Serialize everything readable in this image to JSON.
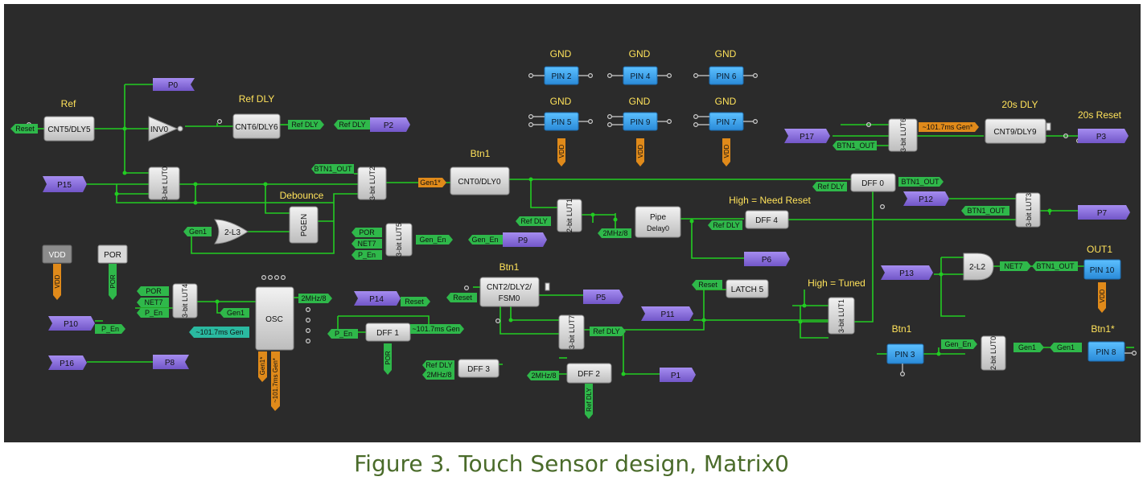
{
  "caption": "Figure 3. Touch Sensor design, Matrix0",
  "colors": {
    "background": "#2b2b2b",
    "wire": "#22cc22",
    "block": "#d9d9d9",
    "pin_purple": "#8a6fd6",
    "pin_blue": "#3aa0e8",
    "net_green": "#2fb84a",
    "net_orange": "#e08a1a",
    "net_teal": "#2ab9a0",
    "power_gray": "#8c8c8c",
    "title_yellow": "#ffe25a"
  },
  "titles": {
    "ref": "Ref",
    "ref_dly": "Ref DLY",
    "debounce": "Debounce",
    "btn1_top": "Btn1",
    "btn1_mid": "Btn1",
    "high_need_reset": "High = Need Reset",
    "high_tuned": "High = Tuned",
    "s20_dly": "20s DLY",
    "s20_reset": "20s Reset",
    "out1": "OUT1",
    "btn1_pin3": "Btn1",
    "btn1_star": "Btn1*",
    "gnd_1": "GND",
    "gnd_2": "GND",
    "gnd_3": "GND",
    "gnd_4": "GND",
    "gnd_5": "GND",
    "gnd_6": "GND"
  },
  "blocks": {
    "cnt5": "CNT5/DLY5",
    "inv0": "INV0",
    "cnt6": "CNT6/DLY6",
    "lut0": "3-bit LUT0",
    "lut2": "3-bit LUT2",
    "cnt0": "CNT0/DLY0",
    "dff0": "DFF 0",
    "pgen": "PGEN",
    "l3": "2-L3",
    "lut5": "3-bit LUT5",
    "lut1a": "2-bit LUT1",
    "pipe": "Pipe",
    "pipe_sub": "Delay0",
    "dff4": "DFF 4",
    "lut3": "3-bit LUT3",
    "lut6": "3-bit LUT6",
    "cnt9": "CNT9/DLY9",
    "l2": "2-L2",
    "lut4": "3-bit LUT4",
    "osc": "OSC",
    "cnt2_line1": "CNT2/DLY2/",
    "cnt2_line2": "FSM0",
    "dff1": "DFF 1",
    "lut7": "3-bit LUT7",
    "latch5": "LATCH 5",
    "lut1b": "3-bit LUT1",
    "dff3": "DFF 3",
    "dff2": "DFF 2",
    "lut0b": "2-bit LUT0",
    "pin2": "PIN 2",
    "pin4": "PIN 4",
    "pin6": "PIN 6",
    "pin5": "PIN 5",
    "pin9": "PIN 9",
    "pin7": "PIN 7",
    "pin10": "PIN 10",
    "pin3": "PIN 3",
    "pin8": "PIN 8",
    "vdd_box": "VDD",
    "por_box": "POR"
  },
  "ports": {
    "p0": "P0",
    "p2": "P2",
    "p15": "P15",
    "p9": "P9",
    "p6": "P6",
    "p10": "P10",
    "p16": "P16",
    "p8": "P8",
    "p14": "P14",
    "p5": "P5",
    "p11": "P11",
    "p1": "P1",
    "p12": "P12",
    "p7": "P7",
    "p13": "P13",
    "p17": "P17",
    "p3": "P3"
  },
  "nets": {
    "reset_in": "Reset",
    "ref_dly_1": "Ref DLY",
    "ref_dly_2": "Ref DLY",
    "btn1_out_1": "BTN1_OUT",
    "gen1_star": "Gen1*",
    "gen1_a": "Gen1",
    "por_a": "POR",
    "net7_a": "NET7",
    "pen_a": "P_En",
    "gen_en_a": "Gen_En",
    "gen_en_b": "Gen_En",
    "ref_dly_3": "Ref DLY",
    "mhz_a": "2MHz/8",
    "ref_dly_4": "Ref DLY",
    "ref_dly_5": "Ref DLY",
    "btn1_out_2": "BTN1_OUT",
    "btn1_out_3": "BTN1_OUT",
    "btn1_out_4": "BTN1_OUT",
    "gen_101_a": "~101.7ms Gen*",
    "por_b": "POR",
    "net7_b": "NET7",
    "pen_b": "P_En",
    "gen1_b": "Gen1",
    "mhz_b": "2MHz/8",
    "gen_101_b": "~101.7ms Gen",
    "gen1_star_v": "Gen1*",
    "gen_101_v": "~101.7ms Gen*",
    "pen_c": "P_En",
    "reset_b": "Reset",
    "reset_c": "Reset",
    "pen_d": "P_En",
    "gen_101_c": "~101.7ms Gen",
    "por_c": "POR",
    "ref_dly_6": "Ref DLY",
    "reset_d": "Reset",
    "ref_dly_7": "Ref DLY",
    "mhz_c": "2MHz/8",
    "mhz_d": "2MHz/8",
    "ref_dly_v": "Ref DLY",
    "net7_c": "NET7",
    "btn1_out_5": "BTN1_OUT",
    "gen_en_c": "Gen_En",
    "gen1_c": "Gen1",
    "gen1_d": "Gen1",
    "vdd_v1": "VDD",
    "vdd_v2": "VDD",
    "vdd_v3": "VDD",
    "vdd_v4": "VDD",
    "vdd_v5": "VDD",
    "por_v": "POR"
  }
}
